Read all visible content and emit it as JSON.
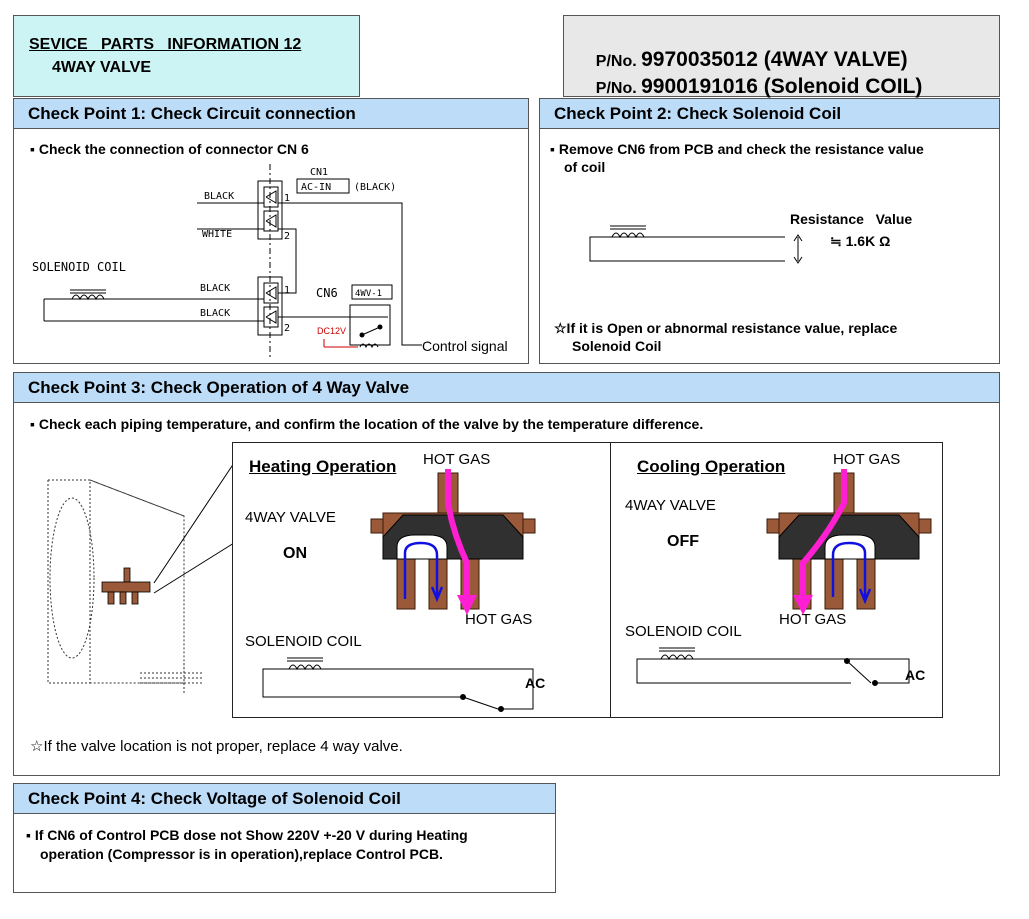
{
  "title": {
    "line1": "SEVICE   PARTS   INFORMATION 12",
    "line2": "4WAY VALVE"
  },
  "part_numbers": [
    {
      "prefix": "P/No. ",
      "number": "9970035012 (4WAY VALVE)"
    },
    {
      "prefix": "P/No. ",
      "number": "9900191016 (Solenoid COIL)"
    }
  ],
  "cp1": {
    "header": "Check Point 1: Check Circuit connection",
    "bullet": "Check the connection of connector CN 6",
    "diagram": {
      "cn1": "CN1",
      "ac_in": "AC-IN",
      "black_paren": "(BLACK)",
      "black_1": "BLACK",
      "white": "WHITE",
      "solenoid_coil": "SOLENOID COIL",
      "black_2": "BLACK",
      "black_3": "BLACK",
      "cn6": "CN6",
      "wv": "4WV-1",
      "dc12v": "DC12V",
      "control_signal": "Control signal",
      "pin1a": "1",
      "pin2a": "2",
      "pin1b": "1",
      "pin2b": "2"
    }
  },
  "cp2": {
    "header": "Check Point 2: Check Solenoid Coil",
    "bullet_line1": "Remove CN6 from PCB and check the resistance value",
    "bullet_line2": "of coil",
    "resistance_label": "Resistance   Value",
    "resistance_value": "≒ 1.6K Ω",
    "note_line1": "☆If it is Open or abnormal resistance value, replace",
    "note_line2": "Solenoid Coil"
  },
  "cp3": {
    "header": "Check Point 3: Check Operation of 4 Way Valve",
    "bullet": "Check each piping temperature, and confirm the location of the valve by the temperature difference.",
    "heating": {
      "title": "Heating Operation",
      "hot_gas_top": "HOT GAS",
      "valve_label": "4WAY VALVE",
      "state": "ON",
      "hot_gas_bottom": "HOT GAS",
      "coil": "SOLENOID COIL",
      "ac": "AC"
    },
    "cooling": {
      "title": "Cooling Operation",
      "hot_gas_top": "HOT GAS",
      "valve_label": "4WAY VALVE",
      "state": "OFF",
      "hot_gas_bottom": "HOT GAS",
      "coil": "SOLENOID COIL",
      "ac": "AC"
    },
    "note": "☆If the valve location is not proper, replace 4 way valve."
  },
  "cp4": {
    "header": "Check Point 4: Check Voltage of Solenoid Coil",
    "bullet_line1": "If CN6 of Control PCB dose not Show 220V +-20 V during Heating",
    "bullet_line2": "operation (Compressor is in operation),replace Control PCB."
  },
  "colors": {
    "header_bg": "#bcdcf8",
    "title_bg": "#cdf4f4",
    "pn_bg": "#e8e8e8",
    "hot_gas_arrow": "#ff1fd2",
    "flow_arrow": "#1010e0",
    "valve_body": "#9a5a3a"
  }
}
